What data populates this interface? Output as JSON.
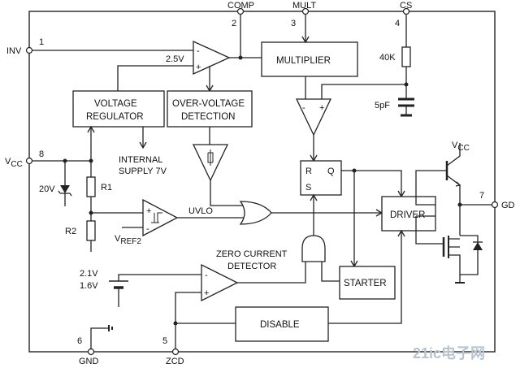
{
  "pins": {
    "inv": {
      "name": "INV",
      "num": "1"
    },
    "comp": {
      "name": "COMP",
      "num": "2"
    },
    "mult": {
      "name": "MULT",
      "num": "3"
    },
    "cs": {
      "name": "CS",
      "num": "4"
    },
    "zcd": {
      "name": "ZCD",
      "num": "5"
    },
    "gnd": {
      "name": "GND",
      "num": "6"
    },
    "gd": {
      "name": "GD",
      "num": "7"
    },
    "vcc": {
      "name": "V",
      "sub": "CC",
      "num": "8"
    }
  },
  "blocks": {
    "multiplier": "MULTIPLIER",
    "voltage_regulator": [
      "VOLTAGE",
      "REGULATOR"
    ],
    "over_voltage": [
      "OVER-VOLTAGE",
      "DETECTION"
    ],
    "driver": "DRIVER",
    "starter": "STARTER",
    "disable": "DISABLE",
    "latch_r": "R",
    "latch_q": "Q",
    "latch_s": "S"
  },
  "labels": {
    "ref_25": "2.5V",
    "res_40k": "40K",
    "cap_5pf": "5pF",
    "internal_supply": [
      "INTERNAL",
      "SUPPLY 7V"
    ],
    "zener_20v": "20V",
    "r1": "R1",
    "r2": "R2",
    "uvlo": "UVLO",
    "vref2": {
      "main": "V",
      "sub": "REF2"
    },
    "zcd_title": [
      "ZERO CURRENT",
      "DETECTOR"
    ],
    "zcd_ref": [
      "2.1V",
      "1.6V"
    ],
    "vcc_out": {
      "main": "V",
      "sub": "CC"
    }
  },
  "comparator_signs": {
    "plus": "+",
    "minus": "-"
  },
  "watermark": "21ic电子网"
}
